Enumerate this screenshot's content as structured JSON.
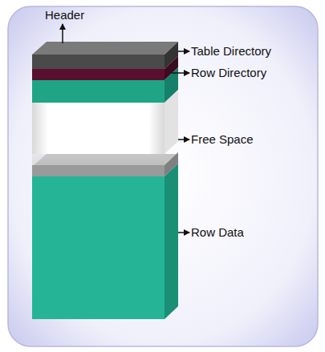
{
  "diagram": {
    "labels": [
      "Header",
      "Table Directory",
      "Row Directory",
      "Free Space",
      "Row Data"
    ]
  }
}
